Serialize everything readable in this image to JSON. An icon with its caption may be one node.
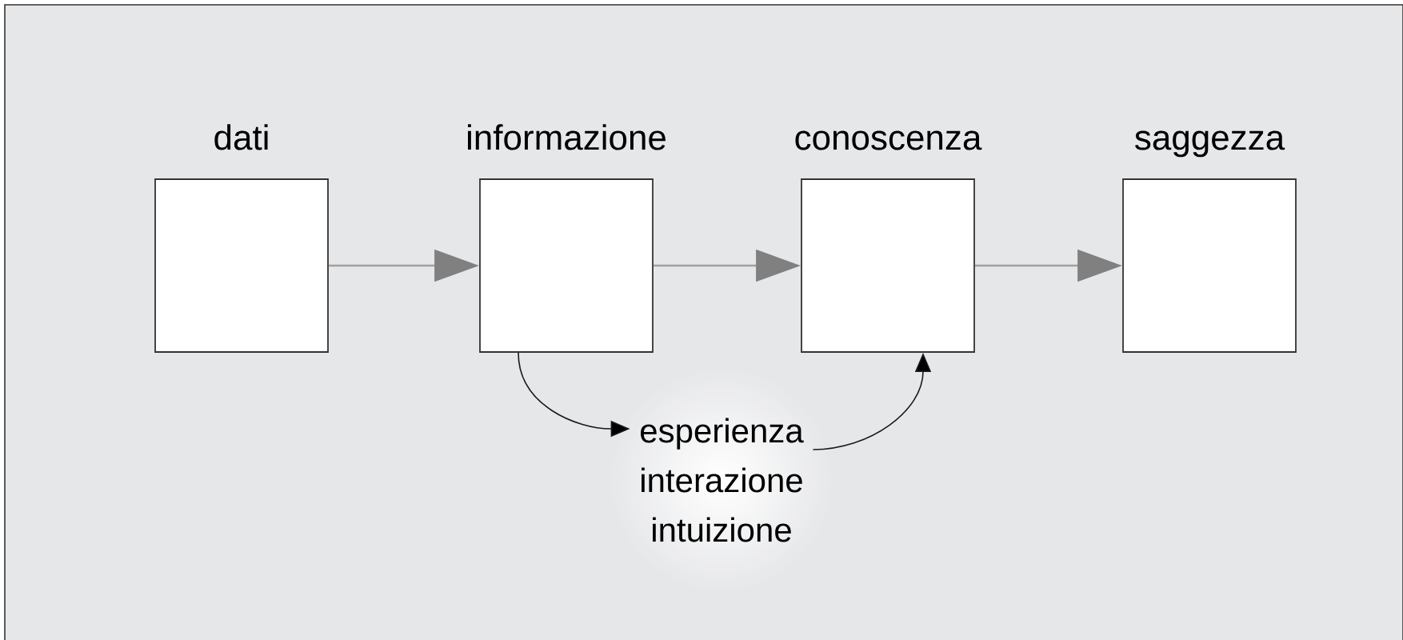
{
  "diagram": {
    "nodes": [
      {
        "text": [
          "dati"
        ]
      },
      {
        "text": [
          "informazione"
        ]
      },
      {
        "text": [
          "conoscenza"
        ]
      },
      {
        "text": [
          "saggezza"
        ]
      },
      {
        "text": [
          "esperienza interazione intuizione"
        ]
      }
    ],
    "edges": [
      {
        "from": 0,
        "to": 1,
        "arrow": "to"
      },
      {
        "from": 1,
        "to": 2,
        "arrow": "to"
      },
      {
        "from": 2,
        "to": 3,
        "arrow": "to"
      },
      {
        "from": 1,
        "to": 4,
        "arrow": "to",
        "color": "#1a1a1a"
      },
      {
        "from": 4,
        "to": 2,
        "arrow": "to",
        "color": "#1a1a1a"
      }
    ]
  }
}
